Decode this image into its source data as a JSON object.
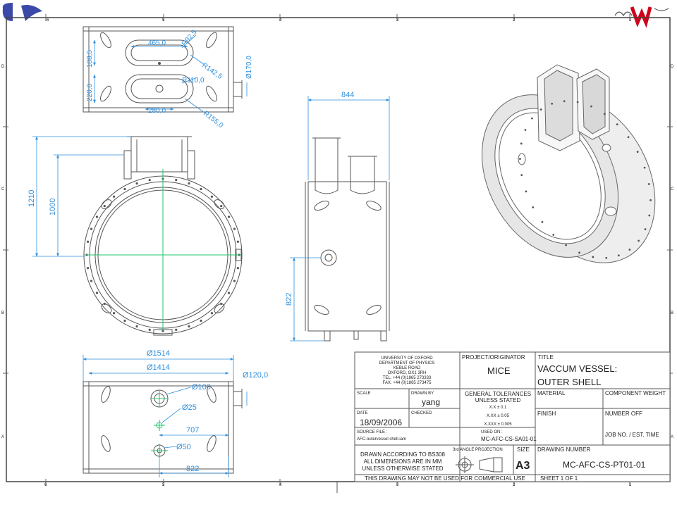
{
  "sheet": {
    "col_numbers": [
      "6",
      "5",
      "4",
      "3",
      "2",
      "1"
    ],
    "row_letters": [
      "D",
      "C",
      "B",
      "A"
    ]
  },
  "top_view": {
    "slot_length": "465,0",
    "slot_radius": "R92,5",
    "flange_radius": "R142,5",
    "slot_height": "188,5",
    "port_diameter": "Ø170,0",
    "lower_height": "220,0",
    "lower_radius": "R110,0",
    "lower_width": "280,0",
    "lower_outer_radius": "R155,0"
  },
  "front_view": {
    "total_height": "1210",
    "inner_height": "1000"
  },
  "side_view": {
    "width": "844",
    "port_height": "822"
  },
  "bottom_view": {
    "outer_diameter": "Ø1514",
    "inner_diameter": "Ø1414",
    "port_diameter": "Ø120,0",
    "hole_large": "Ø100",
    "hole_medium": "Ø25",
    "offset": "707",
    "hole_small": "Ø50",
    "width": "822"
  },
  "title_block": {
    "org_lines": [
      "UNIVERSITY OF OXFORD",
      "DEPARTMENT OF PHYSICS",
      "KEBLE ROAD",
      "OXFORD, OX1 3RH",
      "TEL. +44 (0)1865 273333",
      "FAX. +44 (0)1865 273475"
    ],
    "project_label": "PROJECT/ORIGINATOR",
    "project_value": "MICE",
    "title_label": "TITLE",
    "title_line1": "VACCUM VESSEL:",
    "title_line2": "OUTER SHELL",
    "scale_label": "SCALE",
    "drawn_by_label": "DRAWN BY",
    "drawn_by_value": "yang",
    "tolerance_line1": "GENERAL TOLERANCES",
    "tolerance_line2": "UNLESS STATED",
    "tol_1": "X.X  ± 0.1",
    "tol_2": "X.XX  ± 0.05",
    "tol_3": "X.XXX ± 0.005",
    "material_label": "MATERIAL",
    "weight_label": "COMPONENT WEIGHT",
    "date_label": "DATE",
    "date_value": "18/09/2006",
    "checked_label": "CHECKED",
    "finish_label": "FINISH",
    "number_off_label": "NUMBER OFF",
    "source_label": "SOURCE FILE :",
    "source_value": "AFC-outervessel shell.iam",
    "used_on_label": "USED ON :",
    "used_on_value": "MC-AFC-CS-SA01-01",
    "job_label": "JOB NO. / EST. TIME",
    "std_line1": "DRAWN ACCORDING TO BS308",
    "std_line2": "ALL DIMENSIONS ARE IN MM",
    "std_line3": "UNLESS OTHERWISE STATED",
    "projection_label": "3rd ANGLE PROJECTION",
    "size_label": "SIZE",
    "size_value": "A3",
    "drawing_number_label": "DRAWING NUMBER",
    "drawing_number_value": "MC-AFC-CS-PT01-01",
    "footer_notice": "THIS DRAWING MAY NOT BE USED FOR COMMERCIAL USE",
    "sheet_info": "SHEET 1  OF 1"
  },
  "colors": {
    "dimension": "#2f8fdc",
    "centerline": "#22c46a",
    "outline": "#555555",
    "accent_logo": "#d0021b"
  }
}
